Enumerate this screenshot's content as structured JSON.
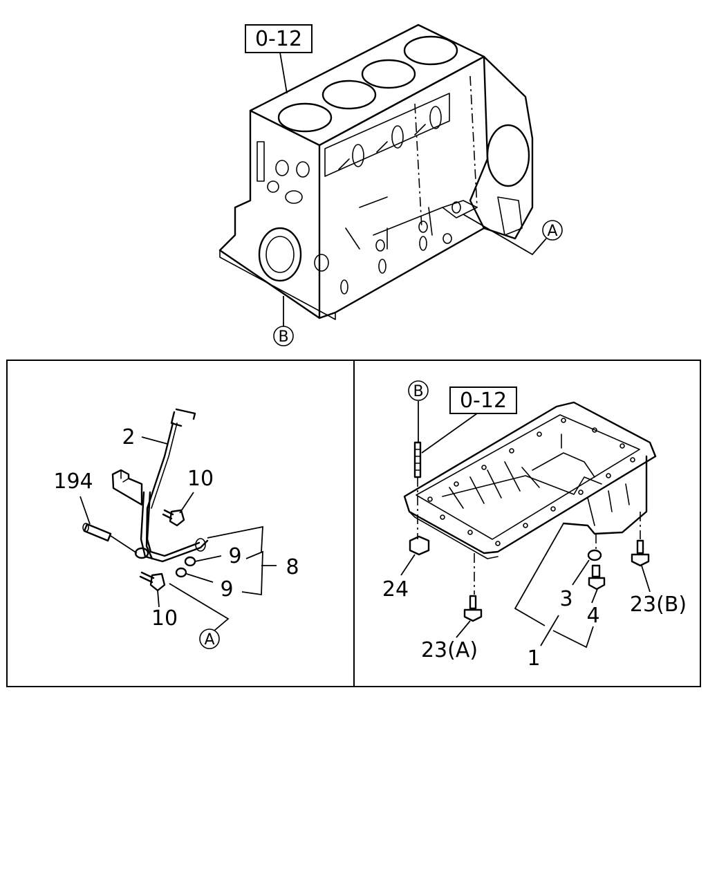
{
  "top": {
    "ref_box": "0-12",
    "callout_a": "A",
    "callout_b": "B"
  },
  "left_panel": {
    "parts": {
      "p2": "2",
      "p194": "194",
      "p10_upper": "10",
      "p10_lower": "10",
      "p9_upper": "9",
      "p9_lower": "9",
      "p8": "8"
    },
    "callout_a": "A"
  },
  "right_panel": {
    "ref_box": "0-12",
    "callout_b": "B",
    "parts": {
      "p24": "24",
      "p3": "3",
      "p4": "4",
      "p1": "1",
      "p23a": "23(A)",
      "p23b": "23(B)"
    }
  }
}
